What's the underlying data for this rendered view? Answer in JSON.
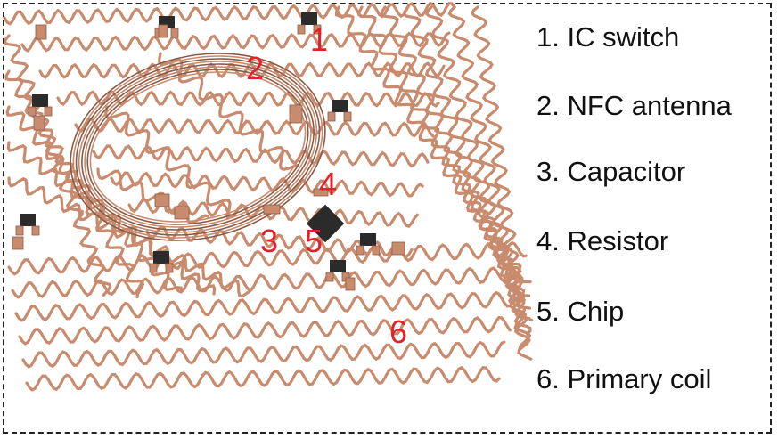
{
  "legend": [
    {
      "id": 1,
      "label": "1. IC switch"
    },
    {
      "id": 2,
      "label": "2. NFC antenna"
    },
    {
      "id": 3,
      "label": "3. Capacitor"
    },
    {
      "id": 4,
      "label": "4. Resistor"
    },
    {
      "id": 5,
      "label": "5. Chip"
    },
    {
      "id": 6,
      "label": "6. Primary coil"
    }
  ],
  "callouts": {
    "n1": "1",
    "n2": "2",
    "n3": "3",
    "n4": "4",
    "n5": "5",
    "n6": "6"
  },
  "colors": {
    "copper": "#c98b6e",
    "copper_dark": "#8a5a45",
    "component": "#2b2b2b",
    "callout": "#e0232a",
    "frame": "#222222"
  }
}
